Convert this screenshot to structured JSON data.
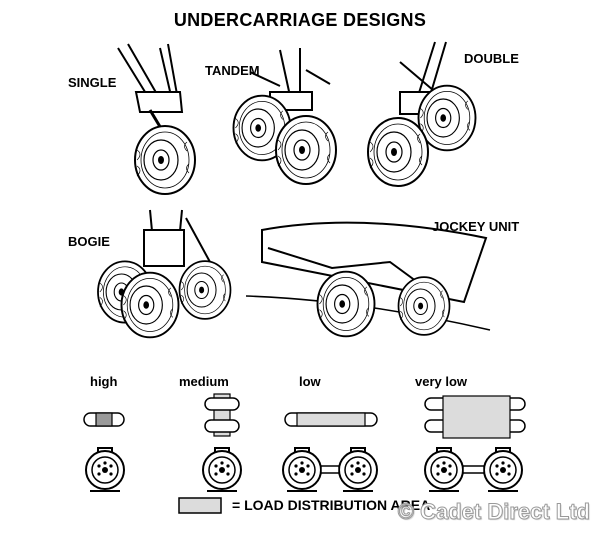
{
  "title": "UNDERCARRIAGE DESIGNS",
  "designs": {
    "single": "SINGLE",
    "tandem": "TANDEM",
    "double": "DOUBLE",
    "bogie": "BOGIE",
    "jockey": "JOCKEY UNIT"
  },
  "levels": {
    "high": "high",
    "medium": "medium",
    "low": "low",
    "very_low": "very low"
  },
  "legend": {
    "text": "= LOAD   DISTRIBUTION AREA",
    "swatch_color": "#dcdcdc"
  },
  "watermark": "© Cadet Direct Ltd",
  "colors": {
    "ink": "#000000",
    "high_fill": "#9a9a9a",
    "area_fill": "#dcdcdc"
  }
}
